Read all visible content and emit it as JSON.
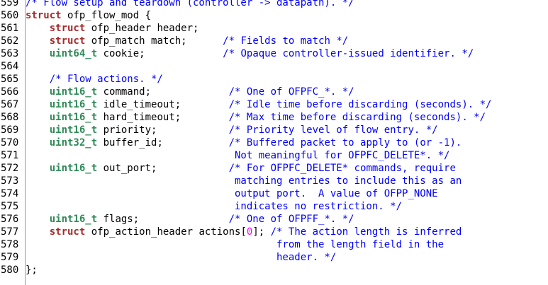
{
  "editor": {
    "lines": [
      {
        "n": "559",
        "parts": [
          {
            "c": "cm",
            "t": "/* Flow setup and teardown (controller -> datapath). */"
          }
        ]
      },
      {
        "n": "560",
        "parts": [
          {
            "c": "kw",
            "t": "struct"
          },
          {
            "c": "",
            "t": " ofp_flow_mod {"
          }
        ]
      },
      {
        "n": "561",
        "parts": [
          {
            "c": "",
            "t": "    "
          },
          {
            "c": "kw",
            "t": "struct"
          },
          {
            "c": "",
            "t": " ofp_header header;"
          }
        ]
      },
      {
        "n": "562",
        "parts": [
          {
            "c": "",
            "t": "    "
          },
          {
            "c": "kw",
            "t": "struct"
          },
          {
            "c": "",
            "t": " ofp_match match;      "
          },
          {
            "c": "cm",
            "t": "/* Fields to match */"
          }
        ]
      },
      {
        "n": "563",
        "parts": [
          {
            "c": "",
            "t": "    "
          },
          {
            "c": "ty",
            "t": "uint64_t"
          },
          {
            "c": "",
            "t": " cookie;             "
          },
          {
            "c": "cm",
            "t": "/* Opaque controller-issued identifier. */"
          }
        ]
      },
      {
        "n": "564",
        "parts": []
      },
      {
        "n": "565",
        "parts": [
          {
            "c": "",
            "t": "    "
          },
          {
            "c": "cm",
            "t": "/* Flow actions. */"
          }
        ]
      },
      {
        "n": "566",
        "parts": [
          {
            "c": "",
            "t": "    "
          },
          {
            "c": "ty",
            "t": "uint16_t"
          },
          {
            "c": "",
            "t": " command;             "
          },
          {
            "c": "cm",
            "t": "/* One of OFPFC_*. */"
          }
        ]
      },
      {
        "n": "567",
        "parts": [
          {
            "c": "",
            "t": "    "
          },
          {
            "c": "ty",
            "t": "uint16_t"
          },
          {
            "c": "",
            "t": " idle_timeout;        "
          },
          {
            "c": "cm",
            "t": "/* Idle time before discarding (seconds). */"
          }
        ]
      },
      {
        "n": "568",
        "parts": [
          {
            "c": "",
            "t": "    "
          },
          {
            "c": "ty",
            "t": "uint16_t"
          },
          {
            "c": "",
            "t": " hard_timeout;        "
          },
          {
            "c": "cm",
            "t": "/* Max time before discarding (seconds). */"
          }
        ]
      },
      {
        "n": "569",
        "parts": [
          {
            "c": "",
            "t": "    "
          },
          {
            "c": "ty",
            "t": "uint16_t"
          },
          {
            "c": "",
            "t": " priority;            "
          },
          {
            "c": "cm",
            "t": "/* Priority level of flow entry. */"
          }
        ]
      },
      {
        "n": "570",
        "parts": [
          {
            "c": "",
            "t": "    "
          },
          {
            "c": "ty",
            "t": "uint32_t"
          },
          {
            "c": "",
            "t": " buffer_id;           "
          },
          {
            "c": "cm",
            "t": "/* Buffered packet to apply to (or -1)."
          }
        ]
      },
      {
        "n": "571",
        "parts": [
          {
            "c": "cm",
            "t": "                                   Not meaningful for OFPFC_DELETE*. */"
          }
        ]
      },
      {
        "n": "572",
        "parts": [
          {
            "c": "",
            "t": "    "
          },
          {
            "c": "ty",
            "t": "uint16_t"
          },
          {
            "c": "",
            "t": " out_port;            "
          },
          {
            "c": "cm",
            "t": "/* For OFPFC_DELETE* commands, require"
          }
        ]
      },
      {
        "n": "573",
        "parts": [
          {
            "c": "cm",
            "t": "                                   matching entries to include this as an"
          }
        ]
      },
      {
        "n": "574",
        "parts": [
          {
            "c": "cm",
            "t": "                                   output port.  A value of OFPP_NONE"
          }
        ]
      },
      {
        "n": "575",
        "parts": [
          {
            "c": "cm",
            "t": "                                   indicates no restriction. */"
          }
        ]
      },
      {
        "n": "576",
        "parts": [
          {
            "c": "",
            "t": "    "
          },
          {
            "c": "ty",
            "t": "uint16_t"
          },
          {
            "c": "",
            "t": " flags;               "
          },
          {
            "c": "cm",
            "t": "/* One of OFPFF_*. */"
          }
        ]
      },
      {
        "n": "577",
        "parts": [
          {
            "c": "",
            "t": "    "
          },
          {
            "c": "kw",
            "t": "struct"
          },
          {
            "c": "",
            "t": " ofp_action_header actions["
          },
          {
            "c": "nm",
            "t": "0"
          },
          {
            "c": "",
            "t": "]; "
          },
          {
            "c": "cm",
            "t": "/* The action length is inferred"
          }
        ]
      },
      {
        "n": "578",
        "parts": [
          {
            "c": "cm",
            "t": "                                          from the length field in the"
          }
        ]
      },
      {
        "n": "579",
        "parts": [
          {
            "c": "cm",
            "t": "                                          header. */"
          }
        ]
      },
      {
        "n": "580",
        "parts": [
          {
            "c": "",
            "t": "};"
          }
        ]
      }
    ]
  },
  "colors": {
    "keyword": "#a52a2a",
    "type": "#2e8b57",
    "comment": "#0000ff",
    "number": "#ff00ff"
  }
}
